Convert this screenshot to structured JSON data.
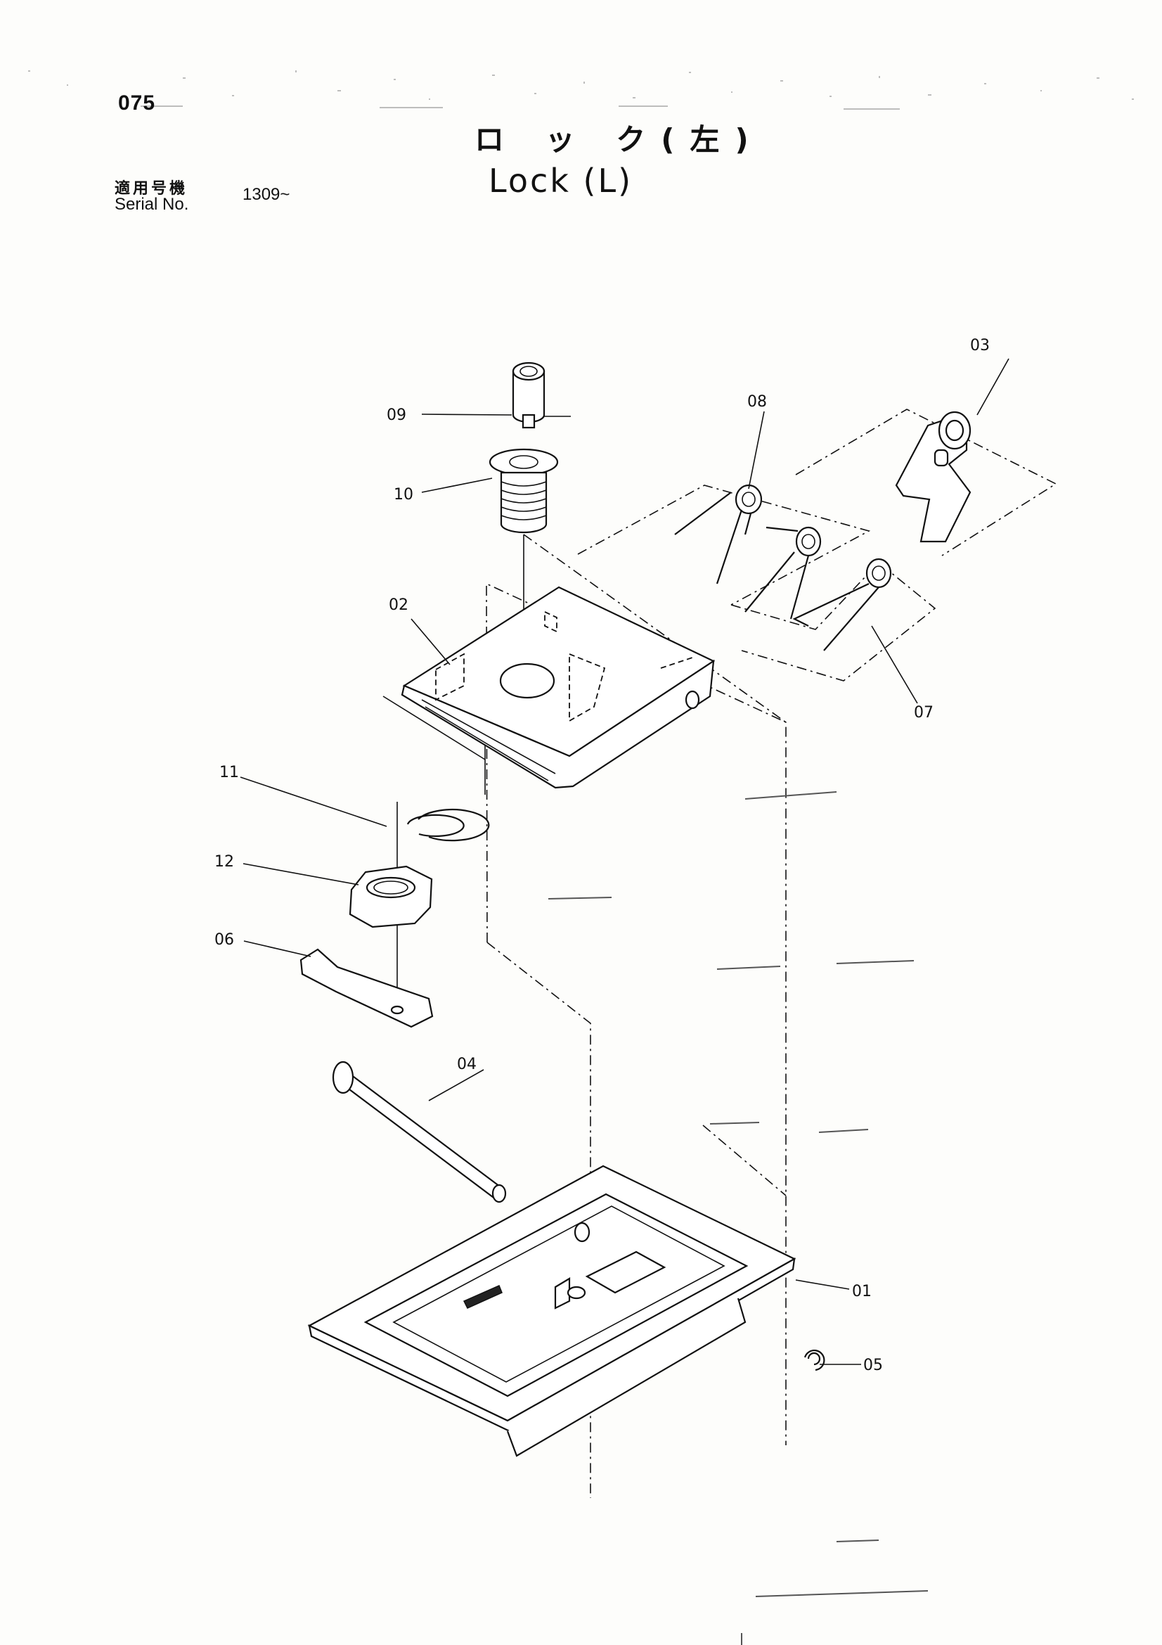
{
  "header": {
    "page_number": "075",
    "title_jp": "ロ ッ ク(左)",
    "title_en": "Lock (L)",
    "serial_label_jp": "適用号機",
    "serial_label_en": "Serial No.",
    "serial_value": "1309~"
  },
  "parts": [
    {
      "id": "01",
      "label": "01"
    },
    {
      "id": "02",
      "label": "02"
    },
    {
      "id": "03",
      "label": "03"
    },
    {
      "id": "04",
      "label": "04"
    },
    {
      "id": "05",
      "label": "05"
    },
    {
      "id": "06",
      "label": "06"
    },
    {
      "id": "07",
      "label": "07"
    },
    {
      "id": "08",
      "label": "08"
    },
    {
      "id": "09",
      "label": "09"
    },
    {
      "id": "10",
      "label": "10"
    },
    {
      "id": "11",
      "label": "11"
    },
    {
      "id": "12",
      "label": "12"
    }
  ],
  "colors": {
    "ink": "#111111",
    "paper": "#fdfdfb"
  }
}
